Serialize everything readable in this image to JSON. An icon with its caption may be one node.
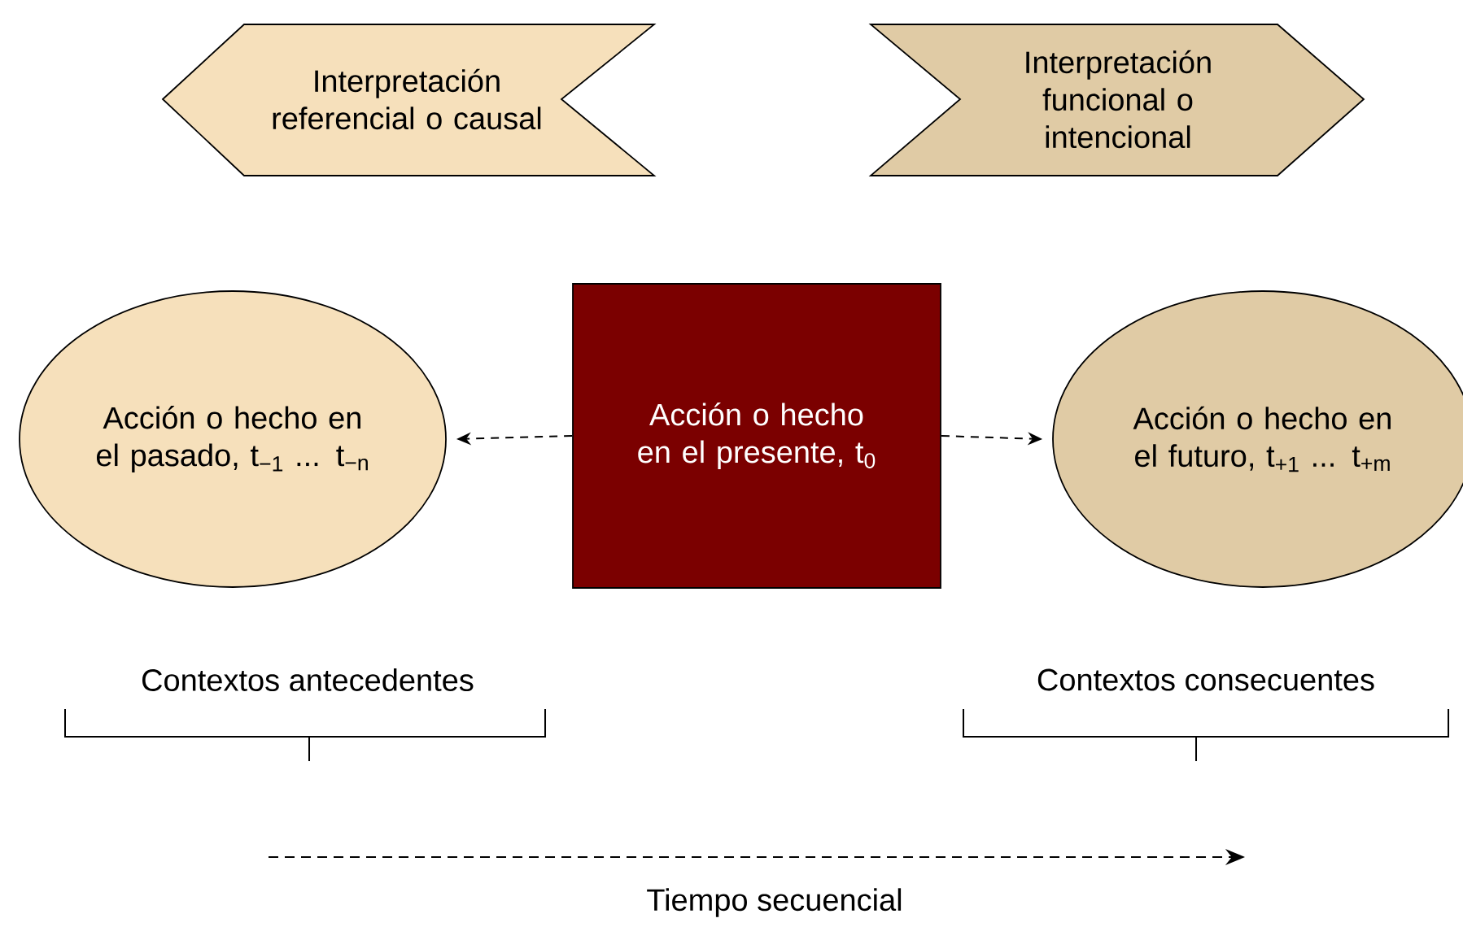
{
  "diagram": {
    "nodes": [
      {
        "text": [
          "Interpretación referencial o causal"
        ]
      },
      {
        "text": [
          "Interpretación funcional o intencional"
        ]
      },
      {
        "text": [
          "Acción o hecho en el pasado, t$_{−1}$ ... t$_{−n}$"
        ]
      },
      {
        "text": [
          "Acción o hecho en el presente, t$_{0}$"
        ]
      },
      {
        "text": [
          "Acción o hecho en el futuro, t$_{+1}$ ... t$_{+m}$"
        ]
      }
    ],
    "edges": [
      {
        "from": 3,
        "to": 2,
        "arrow": "to",
        "style": "dashed"
      },
      {
        "from": 3,
        "to": 4,
        "arrow": "to",
        "style": "dashed"
      }
    ],
    "labels": [
      "Contextos antecedentes",
      "Contextos consecuentes",
      "Tiempo secuencial"
    ]
  }
}
